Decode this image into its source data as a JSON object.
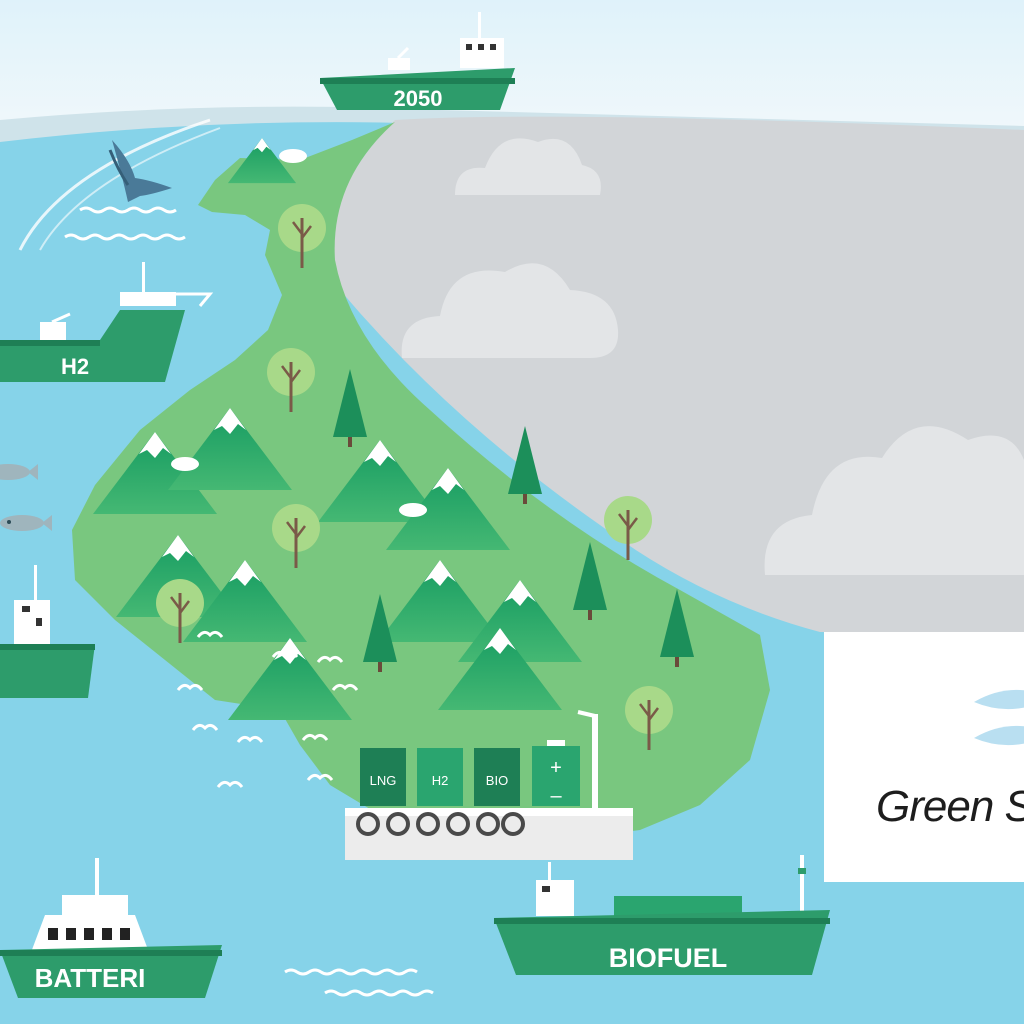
{
  "colors": {
    "sea": "#86d3e9",
    "sky": "#e6f4f9",
    "land": "#79c77f",
    "hull": "#2d9c6b",
    "hull_dark": "#1e7f55",
    "mountain": "#23a065",
    "cloud_area": "#d2d5d8",
    "cloud": "#e3e5e7"
  },
  "vessels": {
    "v2050": {
      "label": "2050"
    },
    "h2": {
      "label": "H2"
    },
    "batteri": {
      "label": "BATTERI"
    },
    "biofuel": {
      "label": "BIOFUEL"
    }
  },
  "port": {
    "tanks": [
      {
        "label": "LNG"
      },
      {
        "label": "H2"
      },
      {
        "label": "BIO"
      }
    ],
    "battery": {
      "plus": "+",
      "minus": "–"
    }
  },
  "brand": {
    "text": "Green S",
    "icon": "leaf-icon"
  }
}
